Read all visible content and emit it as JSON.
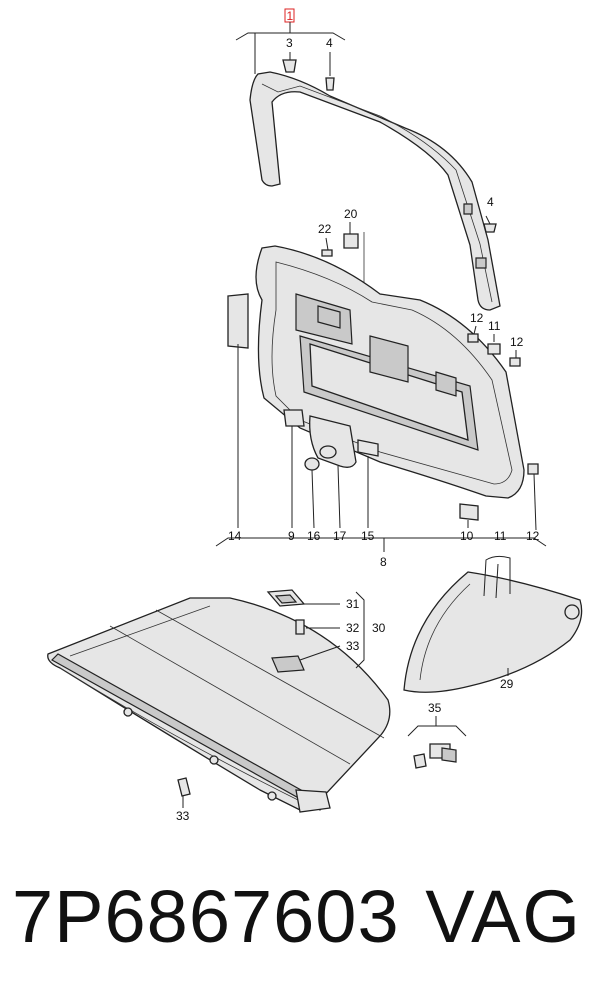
{
  "diagram": {
    "callouts": {
      "c1": "1",
      "c3": "3",
      "c4a": "4",
      "c4b": "4",
      "c20": "20",
      "c22": "22",
      "c12a": "12",
      "c11a": "11",
      "c12b": "12",
      "c14": "14",
      "c9": "9",
      "c16": "16",
      "c17": "17",
      "c15": "15",
      "c10": "10",
      "c11b": "11",
      "c12c": "12",
      "c8": "8",
      "c31": "31",
      "c32": "32",
      "c33a": "33",
      "c30": "30",
      "c29": "29",
      "c35": "35",
      "c33b": "33"
    }
  },
  "footer": {
    "part_number": "7P6867603",
    "brand": "VAG"
  }
}
